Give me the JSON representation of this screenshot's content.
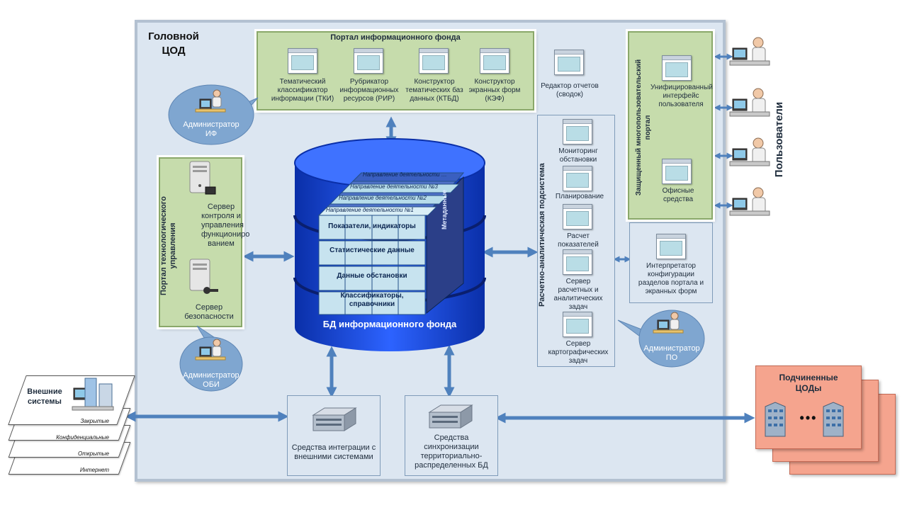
{
  "colors": {
    "frame": "#dce6f1",
    "green": "#c6dcac",
    "arrow": "#4f81bd",
    "db": "#1f4fd6",
    "pink": "#f5a48e"
  },
  "main": {
    "title_line1": "Головной",
    "title_line2": "ЦОД"
  },
  "portal_if": {
    "title": "Портал информационного фонда",
    "items": [
      {
        "label": "Тематический классификатор информации (ТКИ)"
      },
      {
        "label": "Рубрикатор информационных ресурсов (РИР)"
      },
      {
        "label": "Конструктор тематических баз данных (КТБД)"
      },
      {
        "label": "Конструктор экранных форм (КЭФ)"
      },
      {
        "label": "Редактор отчетов (сводок)"
      }
    ]
  },
  "admin_if": {
    "line1": "Администратор",
    "line2": "ИФ"
  },
  "admin_obi": {
    "line1": "Администратор",
    "line2": "ОБИ"
  },
  "admin_po": {
    "line1": "Администратор",
    "line2": "ПО"
  },
  "tech_portal": {
    "title_line1": "Портал технологического",
    "title_line2": "управления",
    "server1": "Сервер контроля и управления функциониро ванием",
    "server2": "Сервер безопасности"
  },
  "database": {
    "title": "БД информационного фонда",
    "rows": [
      "Показатели, индикаторы",
      "Статистические данные",
      "Данные обстановки",
      "Классификаторы, справочники"
    ],
    "tabs": [
      "Направление деятельности …",
      "Направление деятельности №3",
      "Направление деятельности №2",
      "Направление деятельности №1"
    ],
    "side": "Метаданные"
  },
  "analytics": {
    "title": "Расчетно-аналитическая подсистема",
    "items": [
      {
        "label": "Мониторинг обстановки"
      },
      {
        "label": "Планирование"
      },
      {
        "label": "Расчет показателей"
      },
      {
        "label": "Сервер расчетных и аналитических задач"
      },
      {
        "label": "Сервер картографических задач"
      }
    ]
  },
  "user_portal": {
    "title_line1": "Защищенный многопользовательский",
    "title_line2": "портал",
    "item1": "Унифицированный интерфейс пользователя",
    "item2": "Офисные средства"
  },
  "interpreter": {
    "label": "Интерпретатор конфигурации разделов портала и экранных форм"
  },
  "users": {
    "label": "Пользователи"
  },
  "integration": {
    "label": "Средства интеграции с внешними системами"
  },
  "sync": {
    "label": "Средства синхронизации территориально-распределенных БД"
  },
  "external": {
    "title": "Внешние системы",
    "levels": [
      "Закрытые",
      "Конфиденциальные",
      "Открытые",
      "Интернет"
    ]
  },
  "subordinate": {
    "title_line1": "Подчиненные",
    "title_line2": "ЦОДы",
    "dots": "•••"
  }
}
